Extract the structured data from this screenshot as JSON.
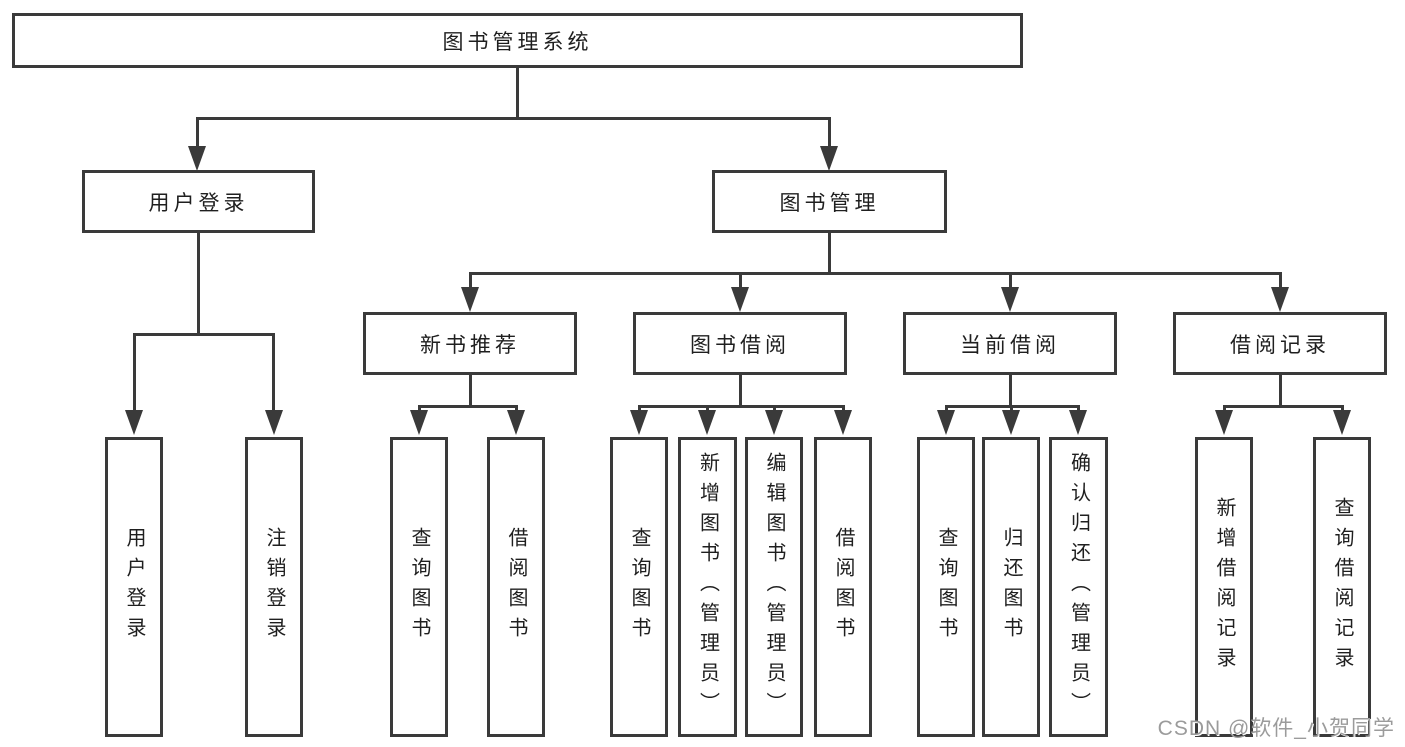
{
  "tree": {
    "root": {
      "label": "图书管理系统"
    },
    "branches": [
      {
        "label": "用户登录",
        "children": [
          {
            "label": "用户登录"
          },
          {
            "label": "注销登录"
          }
        ]
      },
      {
        "label": "图书管理",
        "sections": [
          {
            "label": "新书推荐",
            "children": [
              {
                "label": "查询图书"
              },
              {
                "label": "借阅图书"
              }
            ]
          },
          {
            "label": "图书借阅",
            "children": [
              {
                "label": "查询图书"
              },
              {
                "label": "新增图书（管理员）"
              },
              {
                "label": "编辑图书（管理员）"
              },
              {
                "label": "借阅图书"
              }
            ]
          },
          {
            "label": "当前借阅",
            "children": [
              {
                "label": "查询图书"
              },
              {
                "label": "归还图书"
              },
              {
                "label": "确认归还（管理员）"
              }
            ]
          },
          {
            "label": "借阅记录",
            "children": [
              {
                "label": "新增借阅记录"
              },
              {
                "label": "查询借阅记录"
              }
            ]
          }
        ]
      }
    ]
  },
  "watermark": {
    "text": "CSDN @软件_小贺同学"
  },
  "colors": {
    "line": "#3a3a3a",
    "text": "#1f1f1f",
    "watermark": "#9b9b9b",
    "background": "#ffffff"
  }
}
